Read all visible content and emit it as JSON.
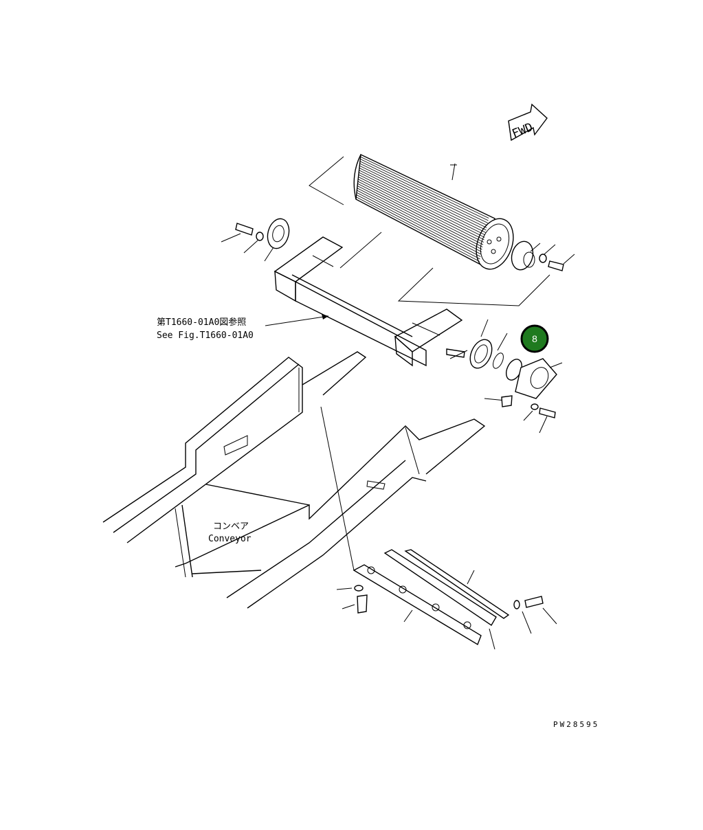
{
  "direction_arrow": {
    "label": "FWD"
  },
  "reference_note": {
    "line_jp": "第T1660-01A0図参照",
    "line_en": "See Fig.T1660-01A0"
  },
  "conveyor_label": {
    "line_jp": "コンベア",
    "line_en": "Conveyor"
  },
  "callout": {
    "number": "8",
    "color": "#1f7a1f"
  },
  "figure_code": "PW28595"
}
